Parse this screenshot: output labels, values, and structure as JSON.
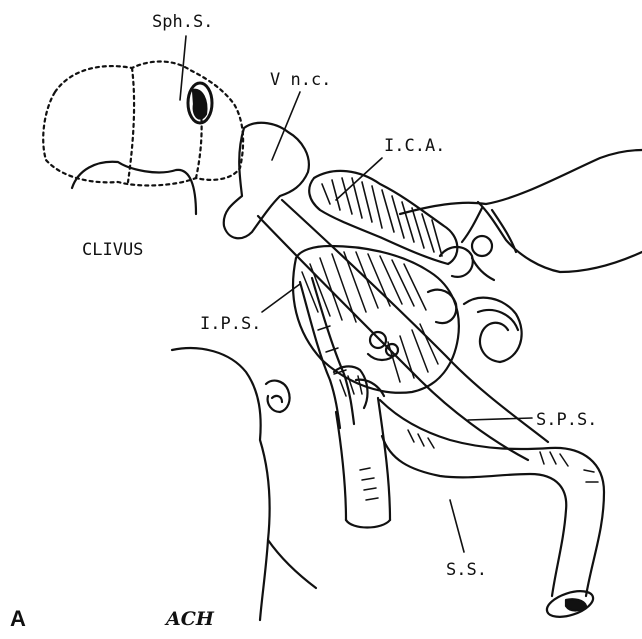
{
  "labels": {
    "sphenoid_sinus": "Sph.S.",
    "vena_nerve_canal": "V n.c.",
    "internal_carotid_artery": "I.C.A.",
    "clivus": "CLIVUS",
    "inferior_petrosal_sinus": "I.P.S.",
    "superior_petrosal_sinus": "S.P.S.",
    "sigmoid_sinus": "S.S."
  },
  "panel_letter": "A",
  "signature": "ACH",
  "colors": {
    "ink": "#111111",
    "paper": "#ffffff"
  }
}
